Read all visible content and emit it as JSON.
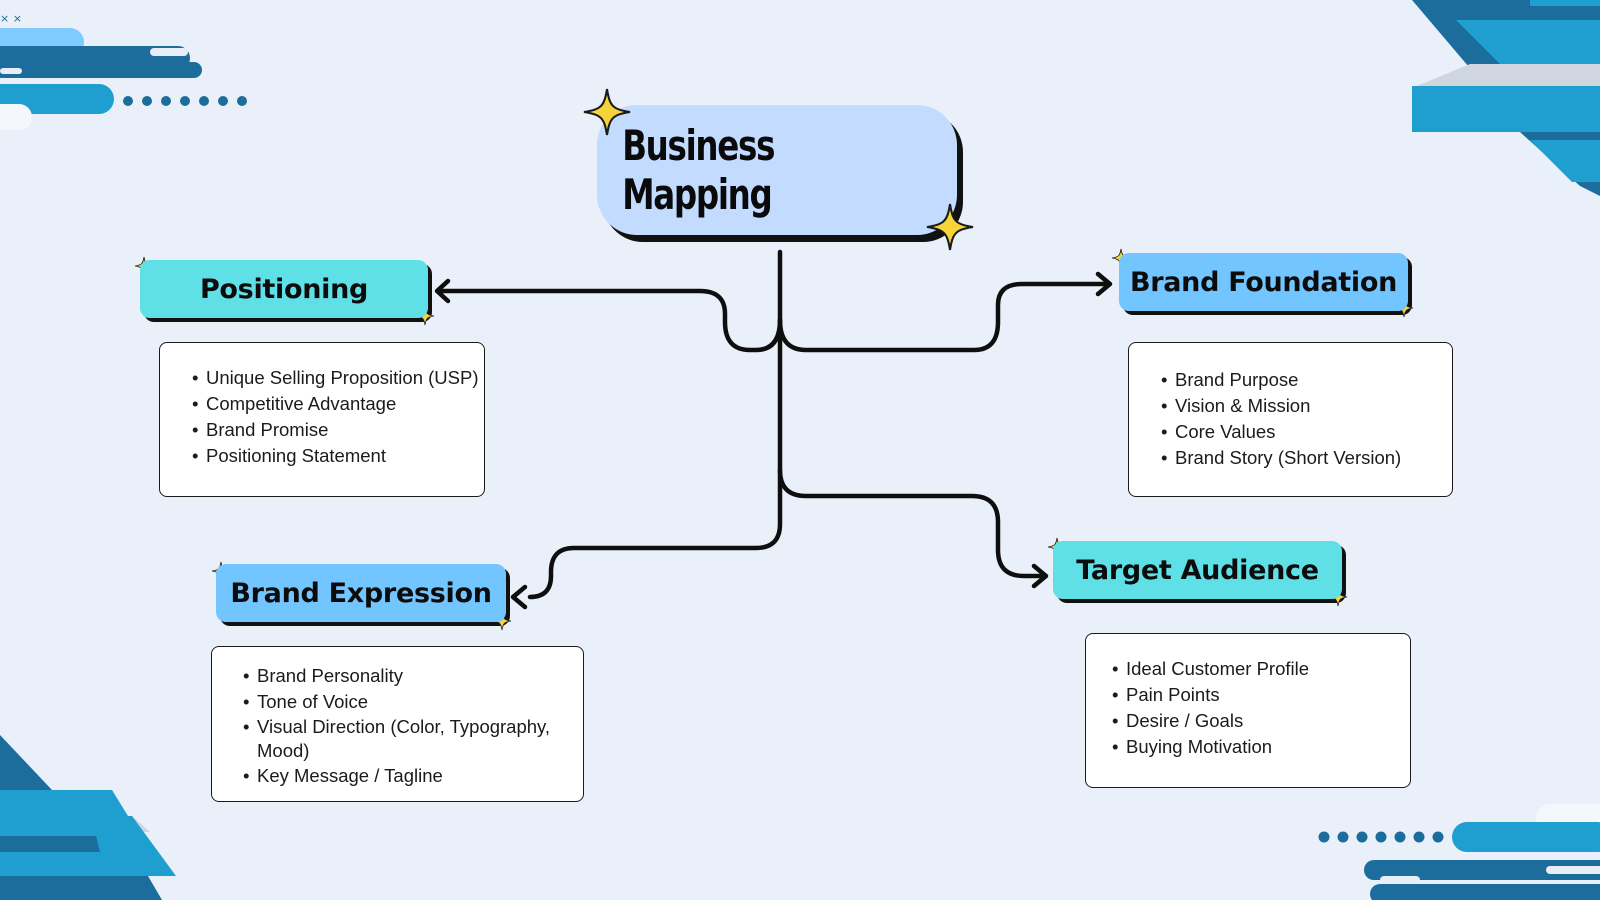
{
  "central": {
    "title": "Business Mapping"
  },
  "nodes": [
    {
      "id": "positioning",
      "label": "Positioning",
      "items": [
        "Unique Selling Proposition (USP)",
        "Competitive Advantage",
        "Brand Promise",
        "Positioning Statement"
      ]
    },
    {
      "id": "brand-foundation",
      "label": "Brand Foundation",
      "items": [
        "Brand Purpose",
        "Vision & Mission",
        "Core Values",
        "Brand Story (Short Version)"
      ]
    },
    {
      "id": "brand-expression",
      "label": "Brand Expression",
      "items": [
        "Brand Personality",
        "Tone of Voice",
        "Visual Direction (Color, Typography, Mood)",
        "Key Message / Tagline"
      ]
    },
    {
      "id": "target-audience",
      "label": "Target Audience",
      "items": [
        "Ideal Customer Profile",
        "Pain Points",
        "Desire / Goals",
        "Buying Motivation"
      ]
    }
  ],
  "colors": {
    "background": "#eaf0f9",
    "central_fill": "#c2dbff",
    "teal_pill": "#5ee0e6",
    "blue_pill": "#73c5ff",
    "accent_dark_blue": "#1c6d9b",
    "accent_mid_blue": "#1e9fd0",
    "sparkle": "#f7d33a"
  }
}
